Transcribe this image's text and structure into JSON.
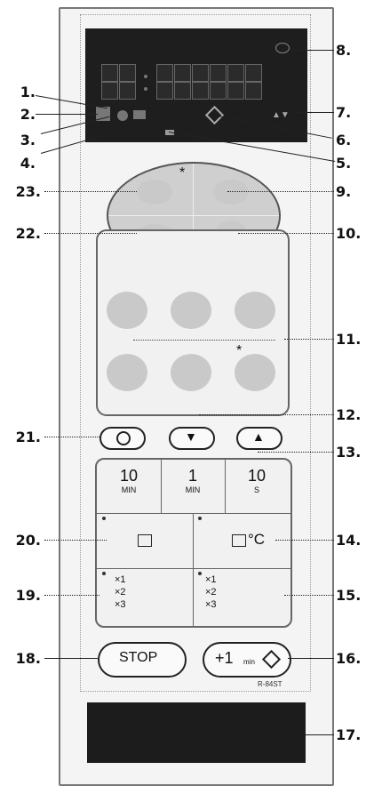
{
  "callouts": {
    "c1": "1.",
    "c2": "2.",
    "c3": "3.",
    "c4": "4.",
    "c5": "5.",
    "c6": "6.",
    "c7": "7.",
    "c8": "8.",
    "c9": "9.",
    "c10": "10.",
    "c11": "11.",
    "c12": "12.",
    "c13": "13.",
    "c14": "14.",
    "c15": "15.",
    "c16": "16.",
    "c17": "17.",
    "c18": "18.",
    "c19": "19.",
    "c20": "20.",
    "c21": "21.",
    "c22": "22.",
    "c23": "23."
  },
  "time_keys": {
    "k1_value": "10",
    "k1_unit": "MIN",
    "k2_value": "1",
    "k2_unit": "MIN",
    "k3_value": "10",
    "k3_unit": "S"
  },
  "celsius_label": "°C",
  "multipliers": {
    "x1": "×1",
    "x2": "×2",
    "x3": "×3"
  },
  "stop_label": "STOP",
  "plus_label": "+1",
  "plus_sub": "min",
  "model": "R-84ST",
  "colors": {
    "display": "#1e1e1e",
    "panel": "#f4f4f4",
    "oval": "#cfcfcf"
  }
}
